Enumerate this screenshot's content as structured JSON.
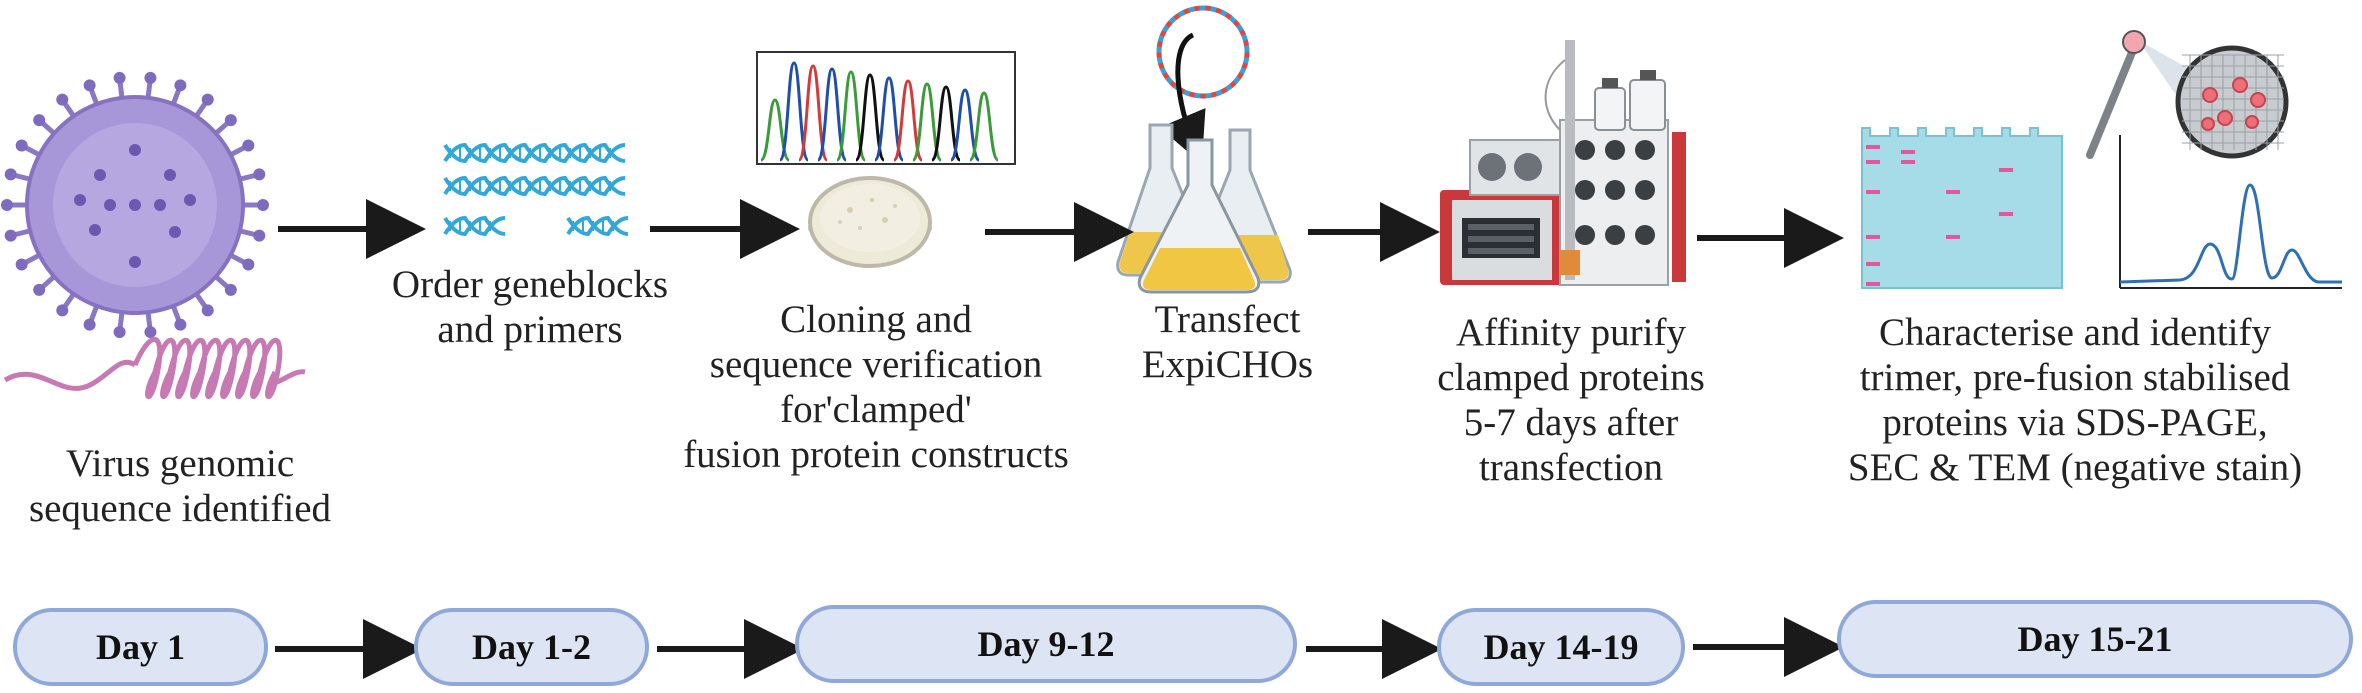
{
  "steps": [
    {
      "caption": "Virus genomic\nsequence identified"
    },
    {
      "caption": "Order geneblocks\nand primers"
    },
    {
      "caption": "Cloning and\nsequence verification\nfor'clamped'\nfusion protein constructs"
    },
    {
      "caption": "Transfect\nExpiCHOs"
    },
    {
      "caption": "Affinity purify\nclamped proteins\n5-7 days after\ntransfection"
    },
    {
      "caption": "Characterise and identify\ntrimer, pre-fusion stabilised\nproteins via SDS-PAGE,\nSEC & TEM (negative stain)"
    }
  ],
  "timeline": [
    {
      "label": "Day 1"
    },
    {
      "label": "Day 1-2"
    },
    {
      "label": "Day 9-12"
    },
    {
      "label": "Day 14-19"
    },
    {
      "label": "Day 15-21"
    }
  ],
  "colors": {
    "virus": "#9b87cf",
    "rna": "#c779b4",
    "dna": "#33a8d8",
    "pill_fill": "#dde4f3",
    "pill_border": "#8fa8d8",
    "gel": "#a6dce8",
    "gel_band": "#e4579c",
    "machine_red": "#c9383a",
    "flask_liquid": "#eec64a",
    "arrow": "#1a1a1a"
  }
}
